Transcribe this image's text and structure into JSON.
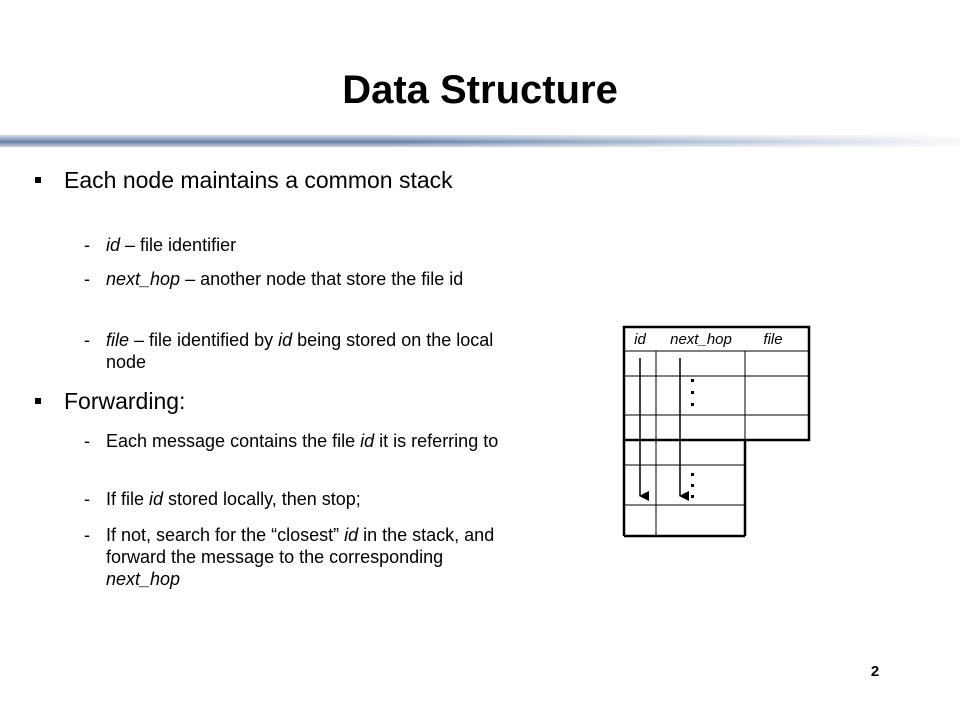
{
  "slide": {
    "title": "Data Structure",
    "page_number": "2"
  },
  "bullets": [
    {
      "text": "Each node maintains a common stack",
      "subs": [
        [
          {
            "t": "id",
            "i": true
          },
          {
            "t": " – file identifier",
            "i": false
          }
        ],
        [
          {
            "t": "next_hop",
            "i": true
          },
          {
            "t": " – another node that store the file id",
            "i": false
          }
        ],
        [
          {
            "t": "file",
            "i": true
          },
          {
            "t": " – file identified by ",
            "i": false
          },
          {
            "t": "id",
            "i": true
          },
          {
            "t": " being stored on the local node",
            "i": false
          }
        ]
      ]
    },
    {
      "text": "Forwarding:",
      "subs": [
        [
          {
            "t": "Each message contains the file ",
            "i": false
          },
          {
            "t": "id",
            "i": true
          },
          {
            "t": " it is referring to",
            "i": false
          }
        ],
        [
          {
            "t": "If file ",
            "i": false
          },
          {
            "t": "id",
            "i": true
          },
          {
            "t": " stored locally, then stop;",
            "i": false
          }
        ],
        [
          {
            "t": "If not, search for the “closest” ",
            "i": false
          },
          {
            "t": "id",
            "i": true
          },
          {
            "t": " in the stack, and forward the message to the corresponding ",
            "i": false
          },
          {
            "t": "next_hop",
            "i": true
          }
        ]
      ]
    }
  ],
  "diagram": {
    "headers": [
      "id",
      "next_hop",
      "file"
    ],
    "ellipsis": "…"
  }
}
